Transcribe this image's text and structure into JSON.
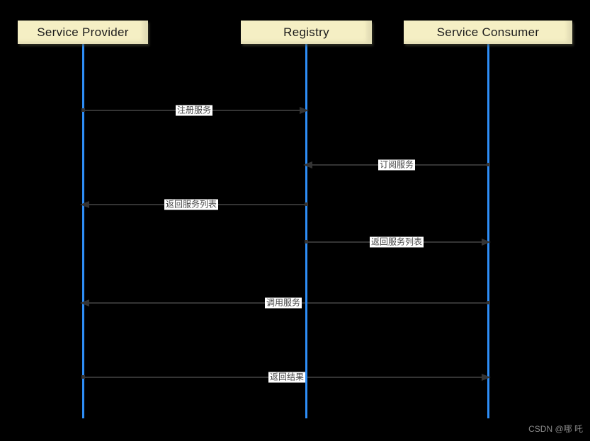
{
  "diagram_title": "service-registry-sequence",
  "colors": {
    "bg": "#000000",
    "actor_fill": "#f5efc4",
    "actor_text": "#1c1c1c",
    "lifeline": "#2e8ef7",
    "arrow": "#343434",
    "label_bg": "#ffffff",
    "label_text": "#474747",
    "watermark": "#8a8a8a"
  },
  "actors": [
    {
      "label": "Service Provider"
    },
    {
      "label": "Registry"
    },
    {
      "label": "Service Consumer"
    }
  ],
  "messages": [
    {
      "label": "注册服务",
      "from": "Service Provider",
      "to": "Registry"
    },
    {
      "label": "订阅服务",
      "from": "Service Consumer",
      "to": "Registry"
    },
    {
      "label": "返回服务列表",
      "from": "Registry",
      "to": "Service Provider"
    },
    {
      "label": "返回服务列表",
      "from": "Registry",
      "to": "Service Consumer"
    },
    {
      "label": "调用服务",
      "from": "Service Consumer",
      "to": "Service Provider"
    },
    {
      "label": "返回结果",
      "from": "Service Provider",
      "to": "Service Consumer"
    }
  ],
  "watermark": {
    "text": "CSDN @哪 吒"
  }
}
